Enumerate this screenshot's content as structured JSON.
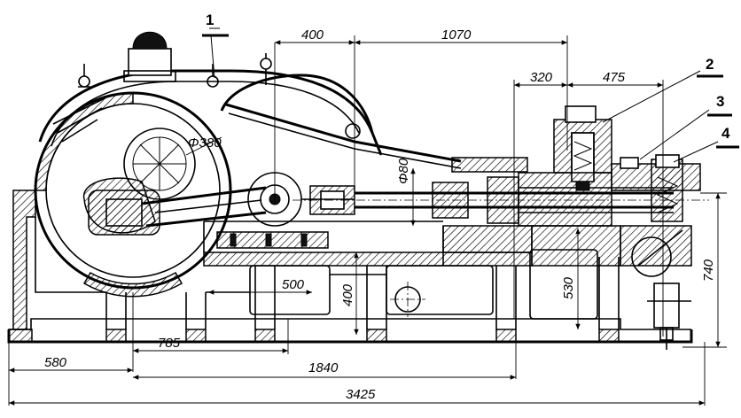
{
  "figure": {
    "callouts": [
      {
        "id": "1",
        "label": "1"
      },
      {
        "id": "2",
        "label": "2"
      },
      {
        "id": "3",
        "label": "3"
      },
      {
        "id": "4",
        "label": "4"
      }
    ],
    "dimensions": {
      "d400_top": "400",
      "d1070": "1070",
      "d320": "320",
      "d475": "475",
      "phi380": "Φ380",
      "phi80": "Φ80",
      "d500": "500",
      "d400_vert": "400",
      "d530": "530",
      "d740": "740",
      "d580": "580",
      "d785": "785",
      "d1840": "1840",
      "d3425": "3425"
    }
  }
}
